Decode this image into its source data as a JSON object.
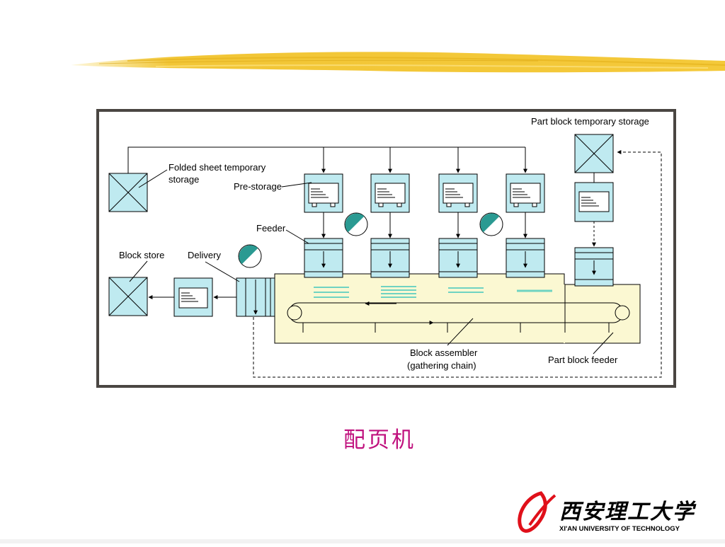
{
  "slide": {
    "caption": "配页机",
    "colors": {
      "brush": "#f0c030",
      "caption": "#c0127e",
      "frame": "#4a4642",
      "box_fill": "#bfeaf0",
      "conveyor_fill": "#fbf8d2",
      "logo_red": "#e0101a"
    }
  },
  "diagram": {
    "labels": {
      "folded_sheet": [
        "Folded sheet temporary",
        "storage"
      ],
      "pre_storage": "Pre-storage",
      "feeder": "Feeder",
      "block_store": "Block store",
      "delivery": "Delivery",
      "part_block_storage": "Part block temporary storage",
      "block_assembler": [
        "Block assembler",
        "(gathering chain)"
      ],
      "part_block_feeder": "Part block feeder"
    }
  },
  "logo": {
    "script": "西安理工大学",
    "english": "XI'AN UNIVERSITY OF TECHNOLOGY"
  }
}
